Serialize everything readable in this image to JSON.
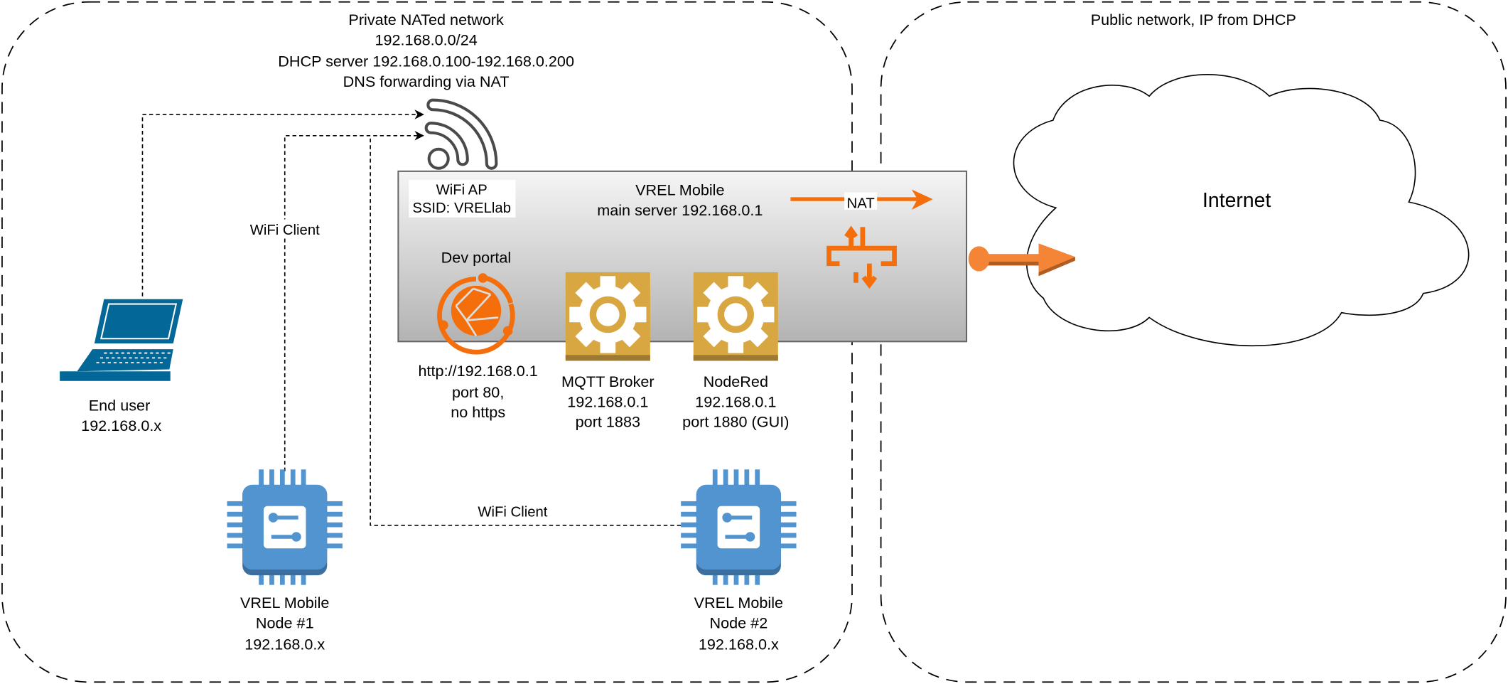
{
  "zones": {
    "private": {
      "title_lines": [
        "Private NATed network",
        "192.168.0.0/24",
        "DHCP server 192.168.0.100-192.168.0.200",
        "DNS forwarding via NAT"
      ]
    },
    "public": {
      "title_lines": [
        "Public network, IP from DHCP"
      ]
    }
  },
  "wifi_ap": {
    "label_lines": [
      "WiFi AP",
      "SSID: VRELlab"
    ],
    "icon": "wifi-icon"
  },
  "server": {
    "label_lines": [
      "VREL Mobile",
      "main server 192.168.0.1"
    ],
    "nat_label": "NAT",
    "services": [
      {
        "name": "dev-portal",
        "title": "Dev portal",
        "label_lines": [
          "http://192.168.0.1",
          "port 80,",
          "no https"
        ],
        "icon": "globe-network-icon"
      },
      {
        "name": "mqtt-broker",
        "label_lines": [
          "MQTT Broker",
          "192.168.0.1",
          "port 1883"
        ],
        "icon": "gear-icon"
      },
      {
        "name": "nodered",
        "label_lines": [
          "NodeRed",
          "192.168.0.1",
          "port 1880 (GUI)"
        ],
        "icon": "gear-icon"
      }
    ]
  },
  "internet": {
    "label": "Internet"
  },
  "devices": {
    "end_user": {
      "label_lines": [
        "End user",
        "192.168.0.x"
      ],
      "icon": "laptop-icon"
    },
    "node1": {
      "label_lines": [
        "VREL Mobile",
        "Node #1",
        "192.168.0.x"
      ],
      "icon": "chip-icon"
    },
    "node2": {
      "label_lines": [
        "VREL Mobile",
        "Node #2",
        "192.168.0.x"
      ],
      "icon": "chip-icon"
    }
  },
  "links": {
    "node1_label": "WiFi Client",
    "node2_label": "WiFi Client"
  },
  "colors": {
    "orange": "#f46f0c",
    "gold": "#d9a741",
    "chip_blue": "#5294cf",
    "laptop_blue": "#036897"
  }
}
